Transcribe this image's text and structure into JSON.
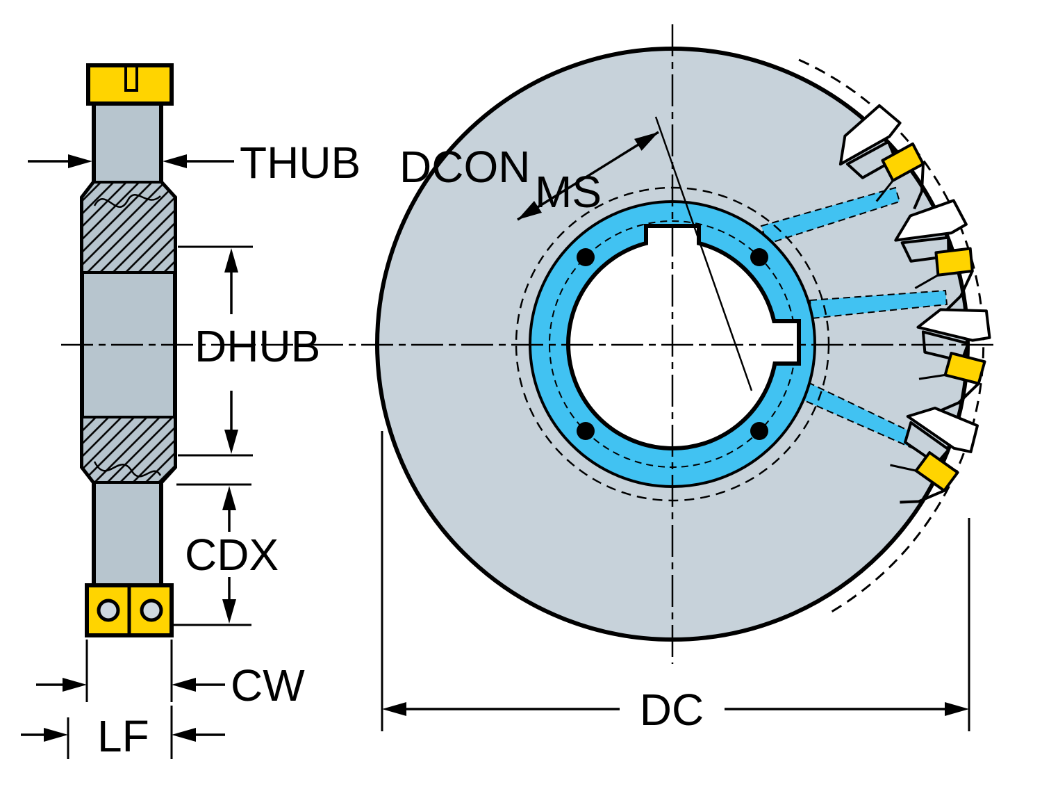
{
  "diagram": {
    "labels": {
      "thub": "THUB",
      "dcon": "DCON",
      "ms": "MS",
      "dhub": "DHUB",
      "cdx": "CDX",
      "cw": "CW",
      "lf": "LF",
      "dc": "DC"
    },
    "colors": {
      "background": "#ffffff",
      "outline": "#000000",
      "body_gray": "#b7c5ce",
      "disc_gray": "#c7d2da",
      "insert_yellow": "#ffd400",
      "coolant_cyan": "#41c2f2",
      "screw_hole_gray": "#cfd9df"
    }
  }
}
